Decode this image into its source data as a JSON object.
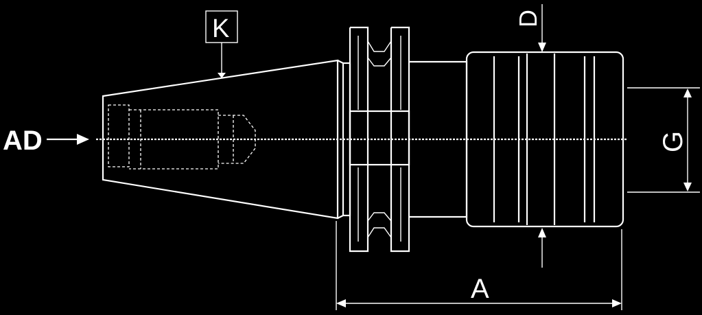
{
  "labels": {
    "ad": "AD",
    "k": "K",
    "d": "D",
    "g": "G",
    "a": "A"
  },
  "colors": {
    "background": "#000000",
    "line": "#ffffff"
  }
}
